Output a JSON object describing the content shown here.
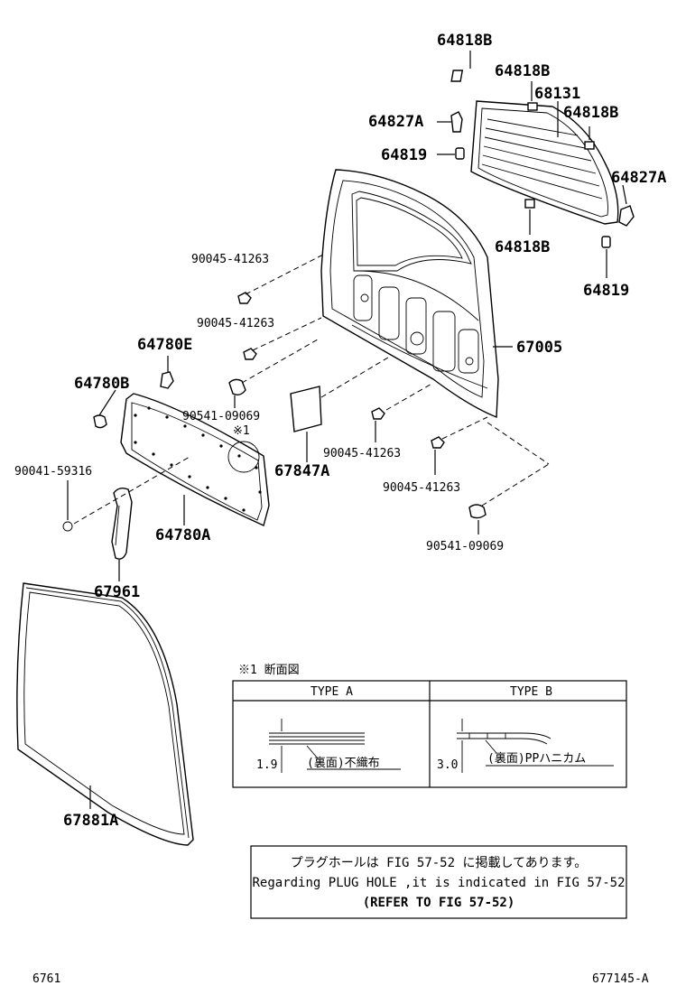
{
  "parts": {
    "p64818B_top": "64818B",
    "p64818B_mid": "64818B",
    "p68131": "68131",
    "p64818B_right": "64818B",
    "p64827A_left": "64827A",
    "p64819_left": "64819",
    "p64827A_right": "64827A",
    "p64818B_low": "64818B",
    "p64819_right": "64819",
    "p90045_1": "90045-41263",
    "p90045_2": "90045-41263",
    "p67005": "67005",
    "p64780E": "64780E",
    "p64780B": "64780B",
    "p90541_1": "90541-09069",
    "mark1": "※1",
    "p90041": "90041-59316",
    "p67847A": "67847A",
    "p90045_3": "90045-41263",
    "p90045_4": "90045-41263",
    "p64780A": "64780A",
    "p90541_2": "90541-09069",
    "p67961": "67961",
    "p67881A": "67881A"
  },
  "section": {
    "title": "※1 断面図",
    "type_a": "TYPE A",
    "type_b": "TYPE B",
    "dim_a": "1.9",
    "dim_b": "3.0",
    "label_a": "(裏面)不織布",
    "label_b": "(裏面)PPハニカム"
  },
  "notice": {
    "line1": "プラグホールは FIG 57-52 に掲載してあります。",
    "line2": "Regarding PLUG HOLE ,it is indicated in FIG 57-52",
    "line3": "(REFER TO FIG 57-52)"
  },
  "footer": {
    "left": "6761",
    "right": "677145-A"
  }
}
